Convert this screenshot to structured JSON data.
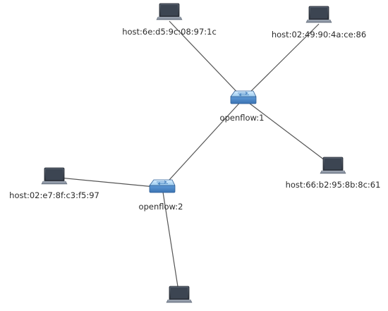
{
  "colors": {
    "background": "#ffffff",
    "link": "#555555",
    "switch_top": "#b9def5",
    "switch_body": "#4f8fcf",
    "laptop_screen": "#3a4250",
    "laptop_base": "#8c97a6"
  },
  "switches": [
    {
      "id": "of1",
      "label": "openflow:1",
      "icon": "switch-icon"
    },
    {
      "id": "of2",
      "label": "openflow:2",
      "icon": "switch-icon"
    }
  ],
  "hosts": [
    {
      "id": "h1",
      "label": "host:6e:d5:9c:08:97:1c",
      "icon": "laptop-icon"
    },
    {
      "id": "h2",
      "label": "host:02:49:90:4a:ce:86",
      "icon": "laptop-icon"
    },
    {
      "id": "h3",
      "label": "host:66:b2:95:8b:8c:61",
      "icon": "laptop-icon"
    },
    {
      "id": "h4",
      "label": "host:02:e7:8f:c3:f5:97",
      "icon": "laptop-icon"
    },
    {
      "id": "h5",
      "label": "",
      "icon": "laptop-icon"
    }
  ],
  "links": [
    {
      "from": "h1",
      "to": "of1"
    },
    {
      "from": "h2",
      "to": "of1"
    },
    {
      "from": "h3",
      "to": "of1"
    },
    {
      "from": "of1",
      "to": "of2"
    },
    {
      "from": "h4",
      "to": "of2"
    },
    {
      "from": "h5",
      "to": "of2"
    }
  ]
}
